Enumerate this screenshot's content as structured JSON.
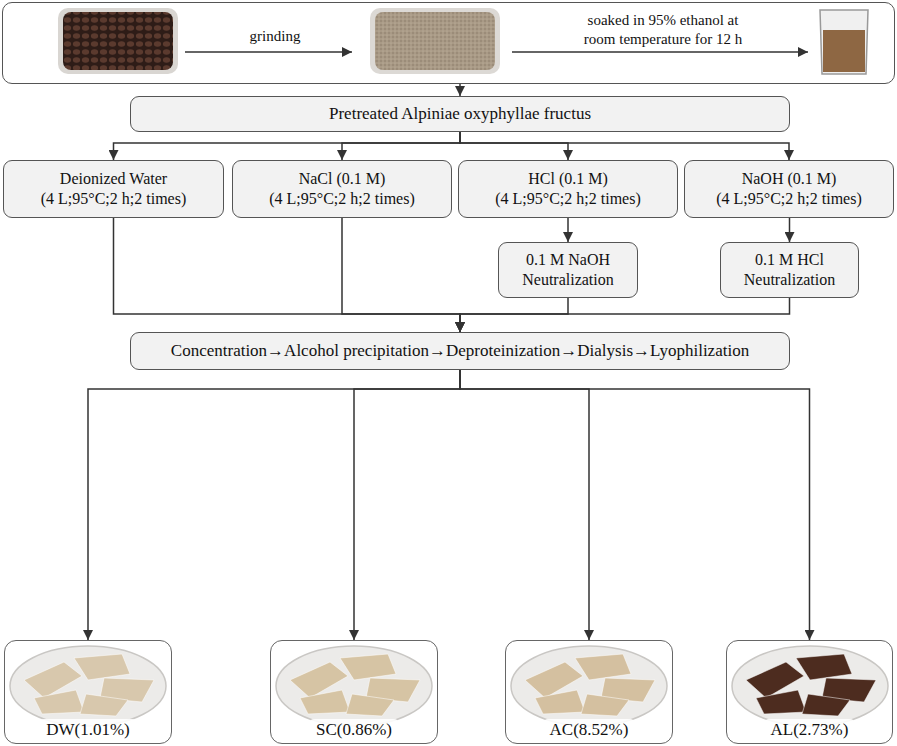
{
  "diagram": {
    "nodes": [
      {
        "text": [
          "grinding",
          "soaked in 95% ethanol at room temperature for 12 h"
        ]
      },
      {
        "text": [
          "Pretreated Alpiniae oxyphyllae fructus"
        ]
      },
      {
        "text": [
          "Deionized Water",
          "(4 L;95°C;2 h;2 times)"
        ]
      },
      {
        "text": [
          "NaCl (0.1 M)",
          "(4 L;95°C;2 h;2 times)"
        ]
      },
      {
        "text": [
          "HCl (0.1 M)",
          "(4 L;95°C;2 h;2 times)"
        ]
      },
      {
        "text": [
          "NaOH (0.1 M)",
          "(4 L;95°C;2 h;2 times)"
        ]
      },
      {
        "text": [
          "0.1 M NaOH Neutralization"
        ]
      },
      {
        "text": [
          "0.1 M HCl Neutralization"
        ]
      },
      {
        "text": [
          "Concentration→Alcohol precipitation→Deproteinization→Dialysis→Lyophilization"
        ]
      },
      {
        "text": [
          "DW(1.01%)"
        ]
      },
      {
        "text": [
          "SC(0.86%)"
        ]
      },
      {
        "text": [
          "AC(8.52%)"
        ]
      },
      {
        "text": [
          "AL(2.73%)"
        ]
      }
    ],
    "edges": [
      {
        "from": 0,
        "to": 1,
        "arrow": "to"
      },
      {
        "from": 1,
        "to": 2,
        "arrow": "to"
      },
      {
        "from": 1,
        "to": 3,
        "arrow": "to"
      },
      {
        "from": 1,
        "to": 4,
        "arrow": "to"
      },
      {
        "from": 1,
        "to": 5,
        "arrow": "to"
      },
      {
        "from": 4,
        "to": 6,
        "arrow": "to"
      },
      {
        "from": 5,
        "to": 7,
        "arrow": "to"
      },
      {
        "from": 2,
        "to": 8,
        "arrow": "to"
      },
      {
        "from": 3,
        "to": 8,
        "arrow": "to"
      },
      {
        "from": 6,
        "to": 8,
        "arrow": "to"
      },
      {
        "from": 7,
        "to": 8,
        "arrow": "to"
      },
      {
        "from": 8,
        "to": 9,
        "arrow": "to"
      },
      {
        "from": 8,
        "to": 10,
        "arrow": "to"
      },
      {
        "from": 8,
        "to": 11,
        "arrow": "to"
      },
      {
        "from": 8,
        "to": 12,
        "arrow": "to"
      }
    ]
  }
}
